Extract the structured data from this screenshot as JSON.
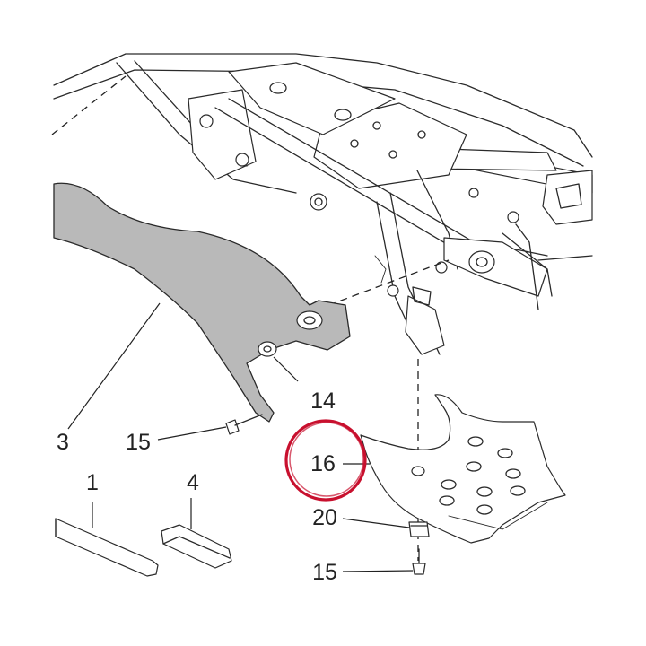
{
  "diagram": {
    "parts": [
      {
        "id": "p1",
        "label": "1"
      },
      {
        "id": "p3",
        "label": "3"
      },
      {
        "id": "p4",
        "label": "4"
      },
      {
        "id": "p14",
        "label": "14"
      },
      {
        "id": "p15a",
        "label": "15"
      },
      {
        "id": "p16",
        "label": "16"
      },
      {
        "id": "p20",
        "label": "20"
      },
      {
        "id": "p15b",
        "label": "15"
      }
    ],
    "colors": {
      "highlight_ring": "#c8102e",
      "shaded_part": "#b9b9b9",
      "line": "#2a2a2a"
    }
  }
}
